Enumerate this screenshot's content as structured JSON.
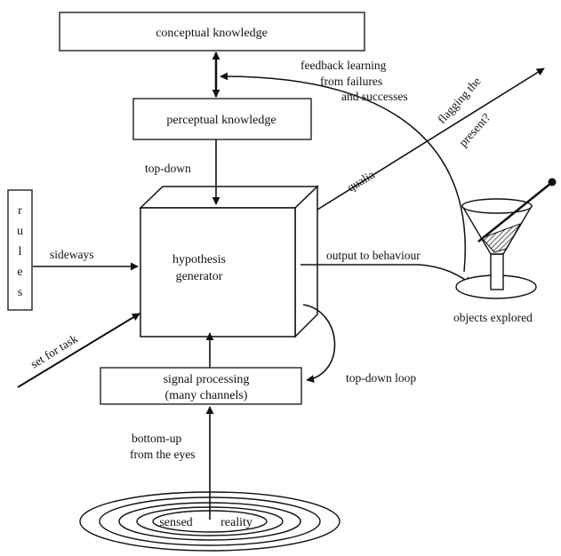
{
  "boxes": {
    "conceptual": "conceptual knowledge",
    "perceptual": "perceptual knowledge",
    "signal_line1": "signal processing",
    "signal_line2": "(many channels)",
    "rules_letters": [
      "r",
      "u",
      "l",
      "e",
      "s"
    ]
  },
  "cube": {
    "line1": "hypothesis",
    "line2": "generator"
  },
  "arrows": {
    "feedback_line1": "feedback learning",
    "feedback_line2": "from failures",
    "feedback_line3": "and successes",
    "flagging_line1": "flagging the",
    "flagging_line2": "present?",
    "qualia": "qualia",
    "top_down": "top-down",
    "sideways": "sideways",
    "output": "output to behaviour",
    "set_for_task": "set for task",
    "top_down_loop": "top-down loop",
    "bottom_up_line1": "bottom-up",
    "bottom_up_line2": "from the eyes"
  },
  "objects": {
    "label": "objects explored"
  },
  "reality": {
    "word1": "sensed",
    "word2": "reality"
  }
}
